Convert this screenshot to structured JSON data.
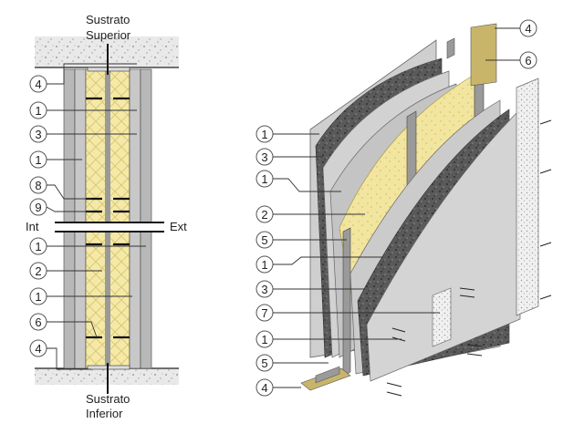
{
  "left_section": {
    "top_label_line1": "Sustrato",
    "top_label_line2": "Superior",
    "bottom_label_line1": "Sustrato",
    "bottom_label_line2": "Inferior",
    "int_label": "Int",
    "ext_label": "Ext",
    "callouts": [
      "4",
      "1",
      "3",
      "1",
      "8",
      "9",
      "1",
      "2",
      "1",
      "6",
      "4"
    ]
  },
  "right_view": {
    "callouts_left": [
      "1",
      "3",
      "1",
      "2",
      "5",
      "1",
      "3",
      "7",
      "1",
      "5",
      "4"
    ],
    "callouts_right": [
      "4",
      "6"
    ]
  },
  "colors": {
    "board": "#c9c9c9",
    "board_dark": "#8c8c8c",
    "insulation": "#f3e7a0",
    "stud": "#8a8a8a",
    "fiber": "#4a4a4a",
    "ring_stroke": "#555555"
  }
}
